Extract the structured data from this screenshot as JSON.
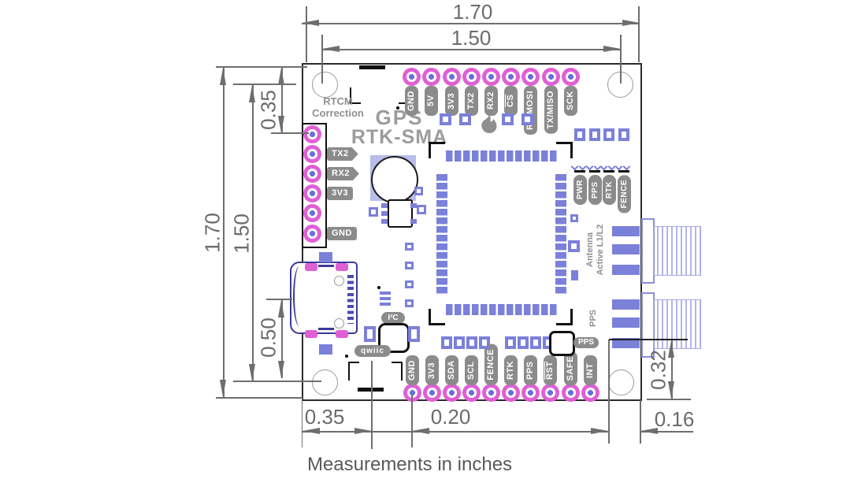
{
  "caption": "Measurements in inches",
  "dims": {
    "top_outer": "1.70",
    "top_inner": "1.50",
    "left_outer": "1.70",
    "left_inner": "1.50",
    "left_upper": "0.35",
    "left_lower": "0.50",
    "bottom_left": "0.35",
    "bottom_mid": "0.20",
    "bottom_right": "0.16",
    "right_lower": "0.32"
  },
  "board": {
    "title_line1": "GPS",
    "title_line2": "RTK-SMA",
    "rtcm_line1": "RTCM",
    "rtcm_line2": "Correction",
    "top_pins": [
      "GND",
      "5V",
      "3V3",
      "TX2",
      "RX2",
      "CS",
      "RX/MOSI",
      "TX/MISO",
      "SCK"
    ],
    "bottom_pins": [
      "GND",
      "3V3",
      "SDA",
      "SCL",
      "FENCE",
      "RTK",
      "PPS",
      "RST",
      "SAFE",
      "INT"
    ],
    "left_pins": [
      "TX2",
      "RX2",
      "3V3",
      "GND"
    ],
    "led_labels": [
      "PWR",
      "PPS",
      "RTK",
      "FENCE"
    ],
    "antenna_line1": "Antenna",
    "antenna_line2": "Active L1/L2",
    "pps_silk": "PPS",
    "pps_pill": "PPS",
    "i2c_pill": "I²C",
    "qwiic_pill": "qwiic"
  },
  "icons": {
    "flame": "sparkfun-flame-icon",
    "led_arrows": "led-indicator-icon",
    "mounting_hole": "mounting-hole"
  },
  "colors": {
    "pad_pink": "#e05fd5",
    "smd_purple": "#7b80d9",
    "light_purple": "#b9bde9",
    "silk_gray": "#8b8b8b",
    "dimension_gray": "#6e6e6e",
    "outline_black": "#2b2b2b",
    "usb_navy": "#3a3a97"
  }
}
